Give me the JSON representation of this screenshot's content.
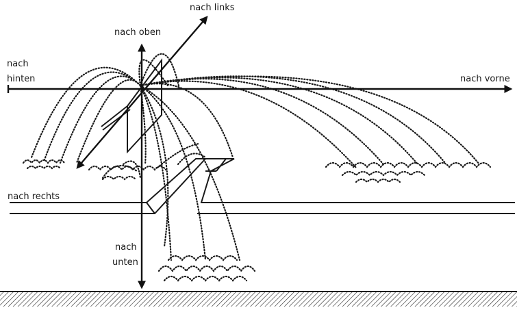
{
  "labels": {
    "links": "nach links",
    "oben": "nach oben",
    "hinten_1": "nach",
    "hinten_2": "hinten",
    "vorne": "nach vorne",
    "rechts": "nach rechts",
    "unten_1": "nach",
    "unten_2": "unten"
  }
}
